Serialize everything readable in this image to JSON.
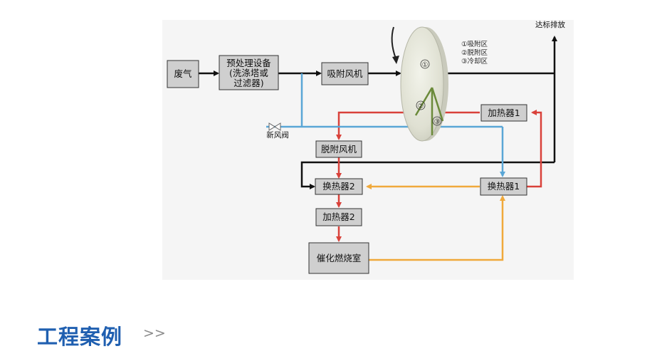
{
  "diagram": {
    "boxes": {
      "waste_gas": "废气",
      "pretreat_1": "预处理设备",
      "pretreat_2": "(洗涤塔或",
      "pretreat_3": "过滤器)",
      "adsorb_fan": "吸附风机",
      "desorb_fan": "脱附风机",
      "heater1": "加热器1",
      "exchanger2": "换热器2",
      "exchanger1": "换热器1",
      "heater2": "加热器2",
      "combustion": "催化燃烧室"
    },
    "labels": {
      "exhaust": "达标排放",
      "fresh_air_valve": "新风阀"
    },
    "legend": [
      "①吸附区",
      "②脱附区",
      "③冷却区"
    ],
    "zones": [
      "①",
      "②",
      "③"
    ],
    "colors": {
      "black_line": "#111111",
      "red_line": "#d9413a",
      "blue_line": "#5aa6d6",
      "orange_line": "#f0a93b",
      "green_line": "#6b8a3a",
      "box_fill": "#cfcfcf",
      "panel_bg": "#f5f5f5"
    }
  },
  "footer": {
    "title": "工程案例",
    "arrows": ">>"
  }
}
